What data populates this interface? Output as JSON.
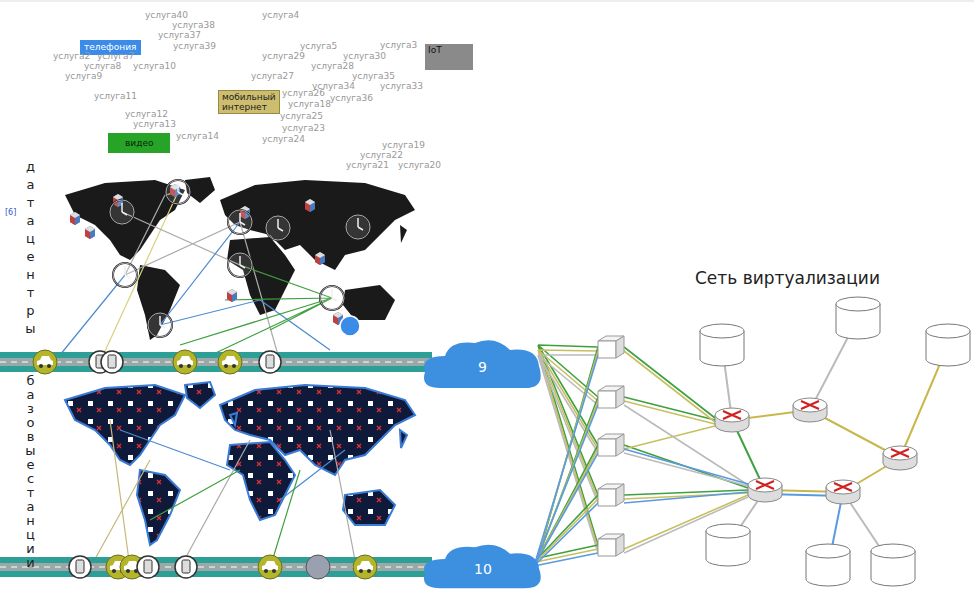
{
  "diagram": {
    "nodes": [
      {
        "text": [
          "телефония"
        ]
      },
      {
        "text": [
          "IoT"
        ]
      },
      {
        "text": [
          "мобильный интернет"
        ]
      },
      {
        "text": [
          "видео"
        ]
      },
      {
        "text": [
          "9"
        ]
      },
      {
        "text": [
          "10"
        ]
      }
    ],
    "labels": [
      "услуга40",
      "услуга4",
      "услуга38",
      "услуга37",
      "услуга39",
      "услуга5",
      "услуга3",
      "услуга2",
      "услуга7",
      "услуга30",
      "услуга29",
      "услуга8",
      "услуга10",
      "услуга28",
      "услуга9",
      "услуга27",
      "услуга35",
      "услуга34",
      "услуга33",
      "услуга26",
      "услуга11",
      "услуга36",
      "услуга18",
      "услуга12",
      "услуга25",
      "услуга13",
      "услуга23",
      "услуга14",
      "услуга24",
      "услуга19",
      "услуга22",
      "услуга21",
      "услуга20",
      "дата центры",
      "[6]",
      "базовые станции",
      "Сеть виртуализации"
    ]
  }
}
